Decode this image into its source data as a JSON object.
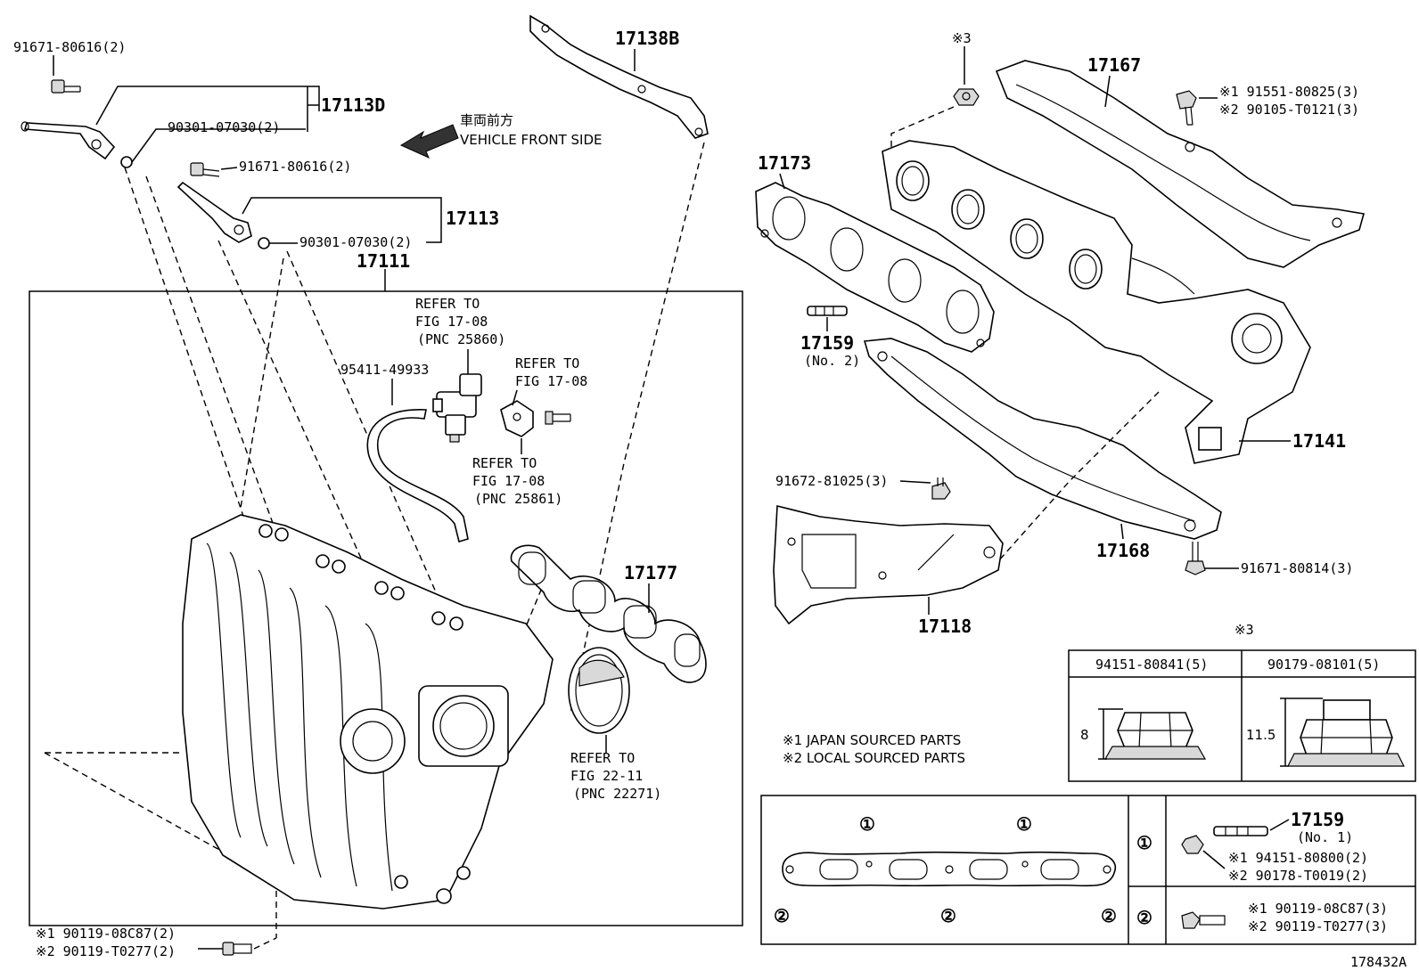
{
  "direction": {
    "jp": "車両前方",
    "en": "VEHICLE FRONT SIDE"
  },
  "labels": {
    "p17113D": "17113D",
    "p17113": "17113",
    "p17111": "17111",
    "p17138B": "17138B",
    "p17167": "17167",
    "p17173": "17173",
    "p17159": "17159",
    "p17159_no2": "(No. 2)",
    "p17141": "17141",
    "p17168": "17168",
    "p17118": "17118",
    "p17177": "17177",
    "bolt_91671_80616_a": "91671-80616(2)",
    "bolt_91671_80616_b": "91671-80616(2)",
    "oring_90301_a": "90301-07030(2)",
    "oring_90301_b": "90301-07030(2)",
    "hose_95411": "95411-49933",
    "bolt_91672": "91672-81025(3)",
    "bolt_91671_80814": "91671-80814(3)",
    "nut_note": "※3",
    "bolt_17167_j": "※1 91551-80825(3)",
    "bolt_17167_l": "※2 90105-T0121(3)",
    "bottom_bolt_j": "※1 90119-08C87(2)",
    "bottom_bolt_l": "※2 90119-T0277(2)",
    "drawing_no": "178432A"
  },
  "refs": [
    {
      "l1": "REFER TO",
      "l2": "FIG 17-08",
      "l3": "(PNC 25860)"
    },
    {
      "l1": "REFER TO",
      "l2": "FIG 17-08",
      "l3": ""
    },
    {
      "l1": "REFER TO",
      "l2": "FIG 17-08",
      "l3": "(PNC 25861)"
    },
    {
      "l1": "REFER TO",
      "l2": "FIG 22-11",
      "l3": "(PNC 22271)"
    }
  ],
  "legend": {
    "japan": "※1 JAPAN SOURCED PARTS",
    "local": "※2 LOCAL SOURCED PARTS"
  },
  "nut_table": {
    "note": "※3",
    "col1": "94151-80841(5)",
    "col2": "90179-08101(5)",
    "dim1": "8",
    "dim2": "11.5"
  },
  "gasket_table": {
    "circle1": "①",
    "circle2": "②",
    "stud": "17159",
    "stud_no": "(No. 1)",
    "r1_j": "※1 94151-80800(2)",
    "r1_l": "※2 90178-T0019(2)",
    "r2_j": "※1 90119-08C87(3)",
    "r2_l": "※2 90119-T0277(3)"
  }
}
